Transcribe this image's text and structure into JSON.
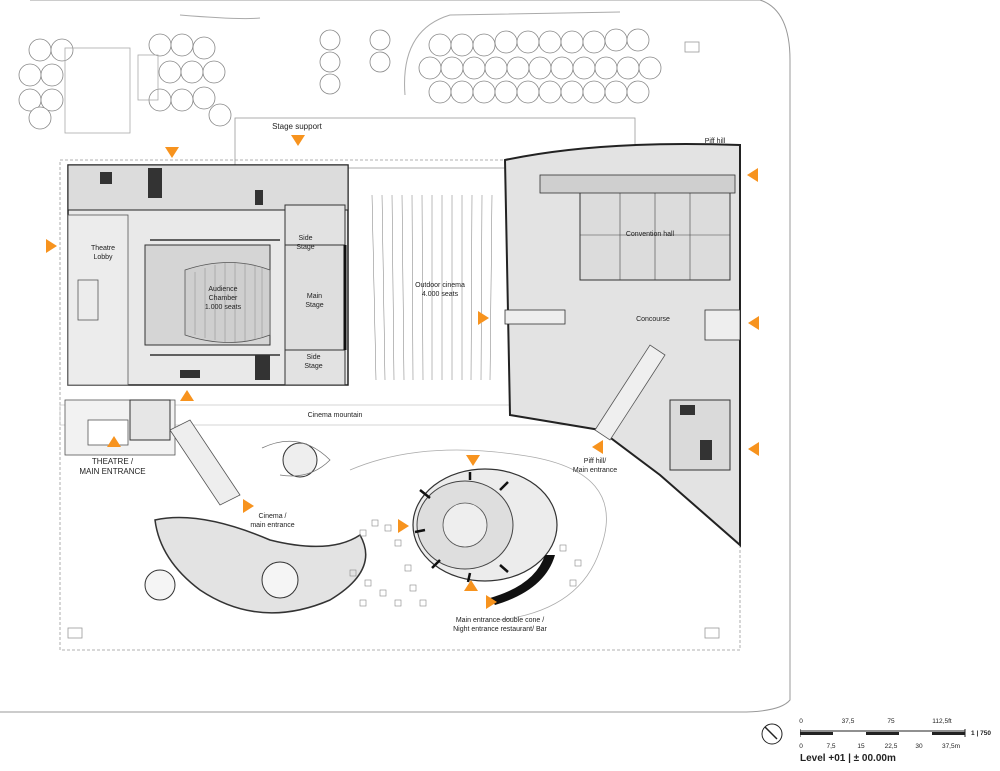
{
  "labels": {
    "stage_support": "Stage support",
    "piff_hill": "Piff hill",
    "theatre_lobby": "Theatre\nLobby",
    "side_stage_top": "Side\nStage",
    "audience_chamber": "Audience\nChamber\n1.000 seats",
    "main_stage": "Main\nStage",
    "side_stage_bottom": "Side\nStage",
    "outdoor_cinema": "Outdoor cinema\n4.000 seats",
    "convention_hall": "Convention hall",
    "concourse": "Concourse",
    "cinema_mountain": "Cinema mountain",
    "theatre_entrance": "THEATRE /\nMAIN ENTRANCE",
    "piff_entrance": "Piff hill/\nMain entrance",
    "cinema_entrance": "Cinema /\nmain entrance",
    "double_cone": "Main entrance double cone /\nNight entrance restaurant/ Bar"
  },
  "scale": {
    "ratio": "1 | 750",
    "feet_ticks": [
      "0",
      "37,5",
      "75",
      "112,5ft"
    ],
    "meter_ticks": [
      "0",
      "7,5",
      "15",
      "22,5",
      "30",
      "37,5m"
    ],
    "level": "Level +01 | ± 00.00m"
  },
  "colors": {
    "entrance_arrow": "#f7931e",
    "building_fill": "#e6e6e6",
    "wall": "#222222"
  }
}
